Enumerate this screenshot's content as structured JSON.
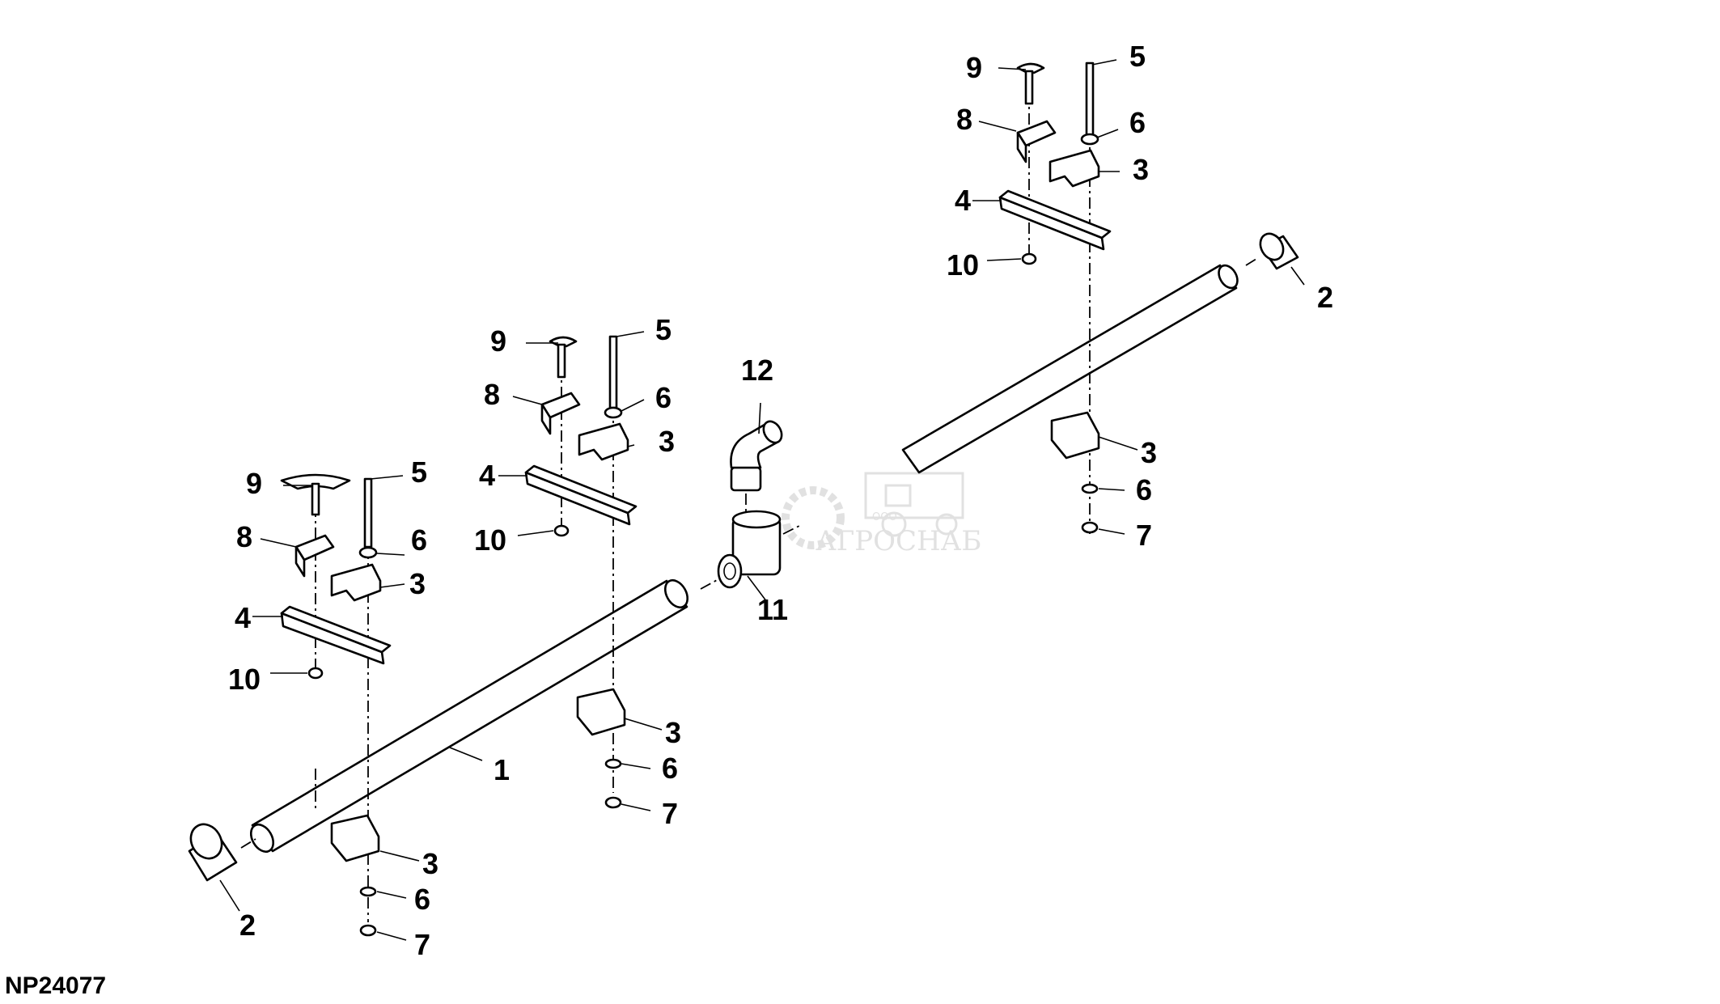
{
  "drawing": {
    "code": "NP24077",
    "watermark": {
      "brand": "АГРОСНАБ",
      "prefix": "ООО"
    }
  },
  "callouts": [
    {
      "id": "c1",
      "text": "1"
    },
    {
      "id": "c2a",
      "text": "2"
    },
    {
      "id": "c2b",
      "text": "2"
    },
    {
      "id": "c3a",
      "text": "3"
    },
    {
      "id": "c3b",
      "text": "3"
    },
    {
      "id": "c3c",
      "text": "3"
    },
    {
      "id": "c3d",
      "text": "3"
    },
    {
      "id": "c3e",
      "text": "3"
    },
    {
      "id": "c3f",
      "text": "3"
    },
    {
      "id": "c4a",
      "text": "4"
    },
    {
      "id": "c4b",
      "text": "4"
    },
    {
      "id": "c4c",
      "text": "4"
    },
    {
      "id": "c5a",
      "text": "5"
    },
    {
      "id": "c5b",
      "text": "5"
    },
    {
      "id": "c5c",
      "text": "5"
    },
    {
      "id": "c6a",
      "text": "6"
    },
    {
      "id": "c6b",
      "text": "6"
    },
    {
      "id": "c6c",
      "text": "6"
    },
    {
      "id": "c6d",
      "text": "6"
    },
    {
      "id": "c6e",
      "text": "6"
    },
    {
      "id": "c6f",
      "text": "6"
    },
    {
      "id": "c7a",
      "text": "7"
    },
    {
      "id": "c7b",
      "text": "7"
    },
    {
      "id": "c7c",
      "text": "7"
    },
    {
      "id": "c8a",
      "text": "8"
    },
    {
      "id": "c8b",
      "text": "8"
    },
    {
      "id": "c8c",
      "text": "8"
    },
    {
      "id": "c9a",
      "text": "9"
    },
    {
      "id": "c9b",
      "text": "9"
    },
    {
      "id": "c9c",
      "text": "9"
    },
    {
      "id": "c10a",
      "text": "10"
    },
    {
      "id": "c10b",
      "text": "10"
    },
    {
      "id": "c10c",
      "text": "10"
    },
    {
      "id": "c11",
      "text": "11"
    },
    {
      "id": "c12",
      "text": "12"
    }
  ]
}
